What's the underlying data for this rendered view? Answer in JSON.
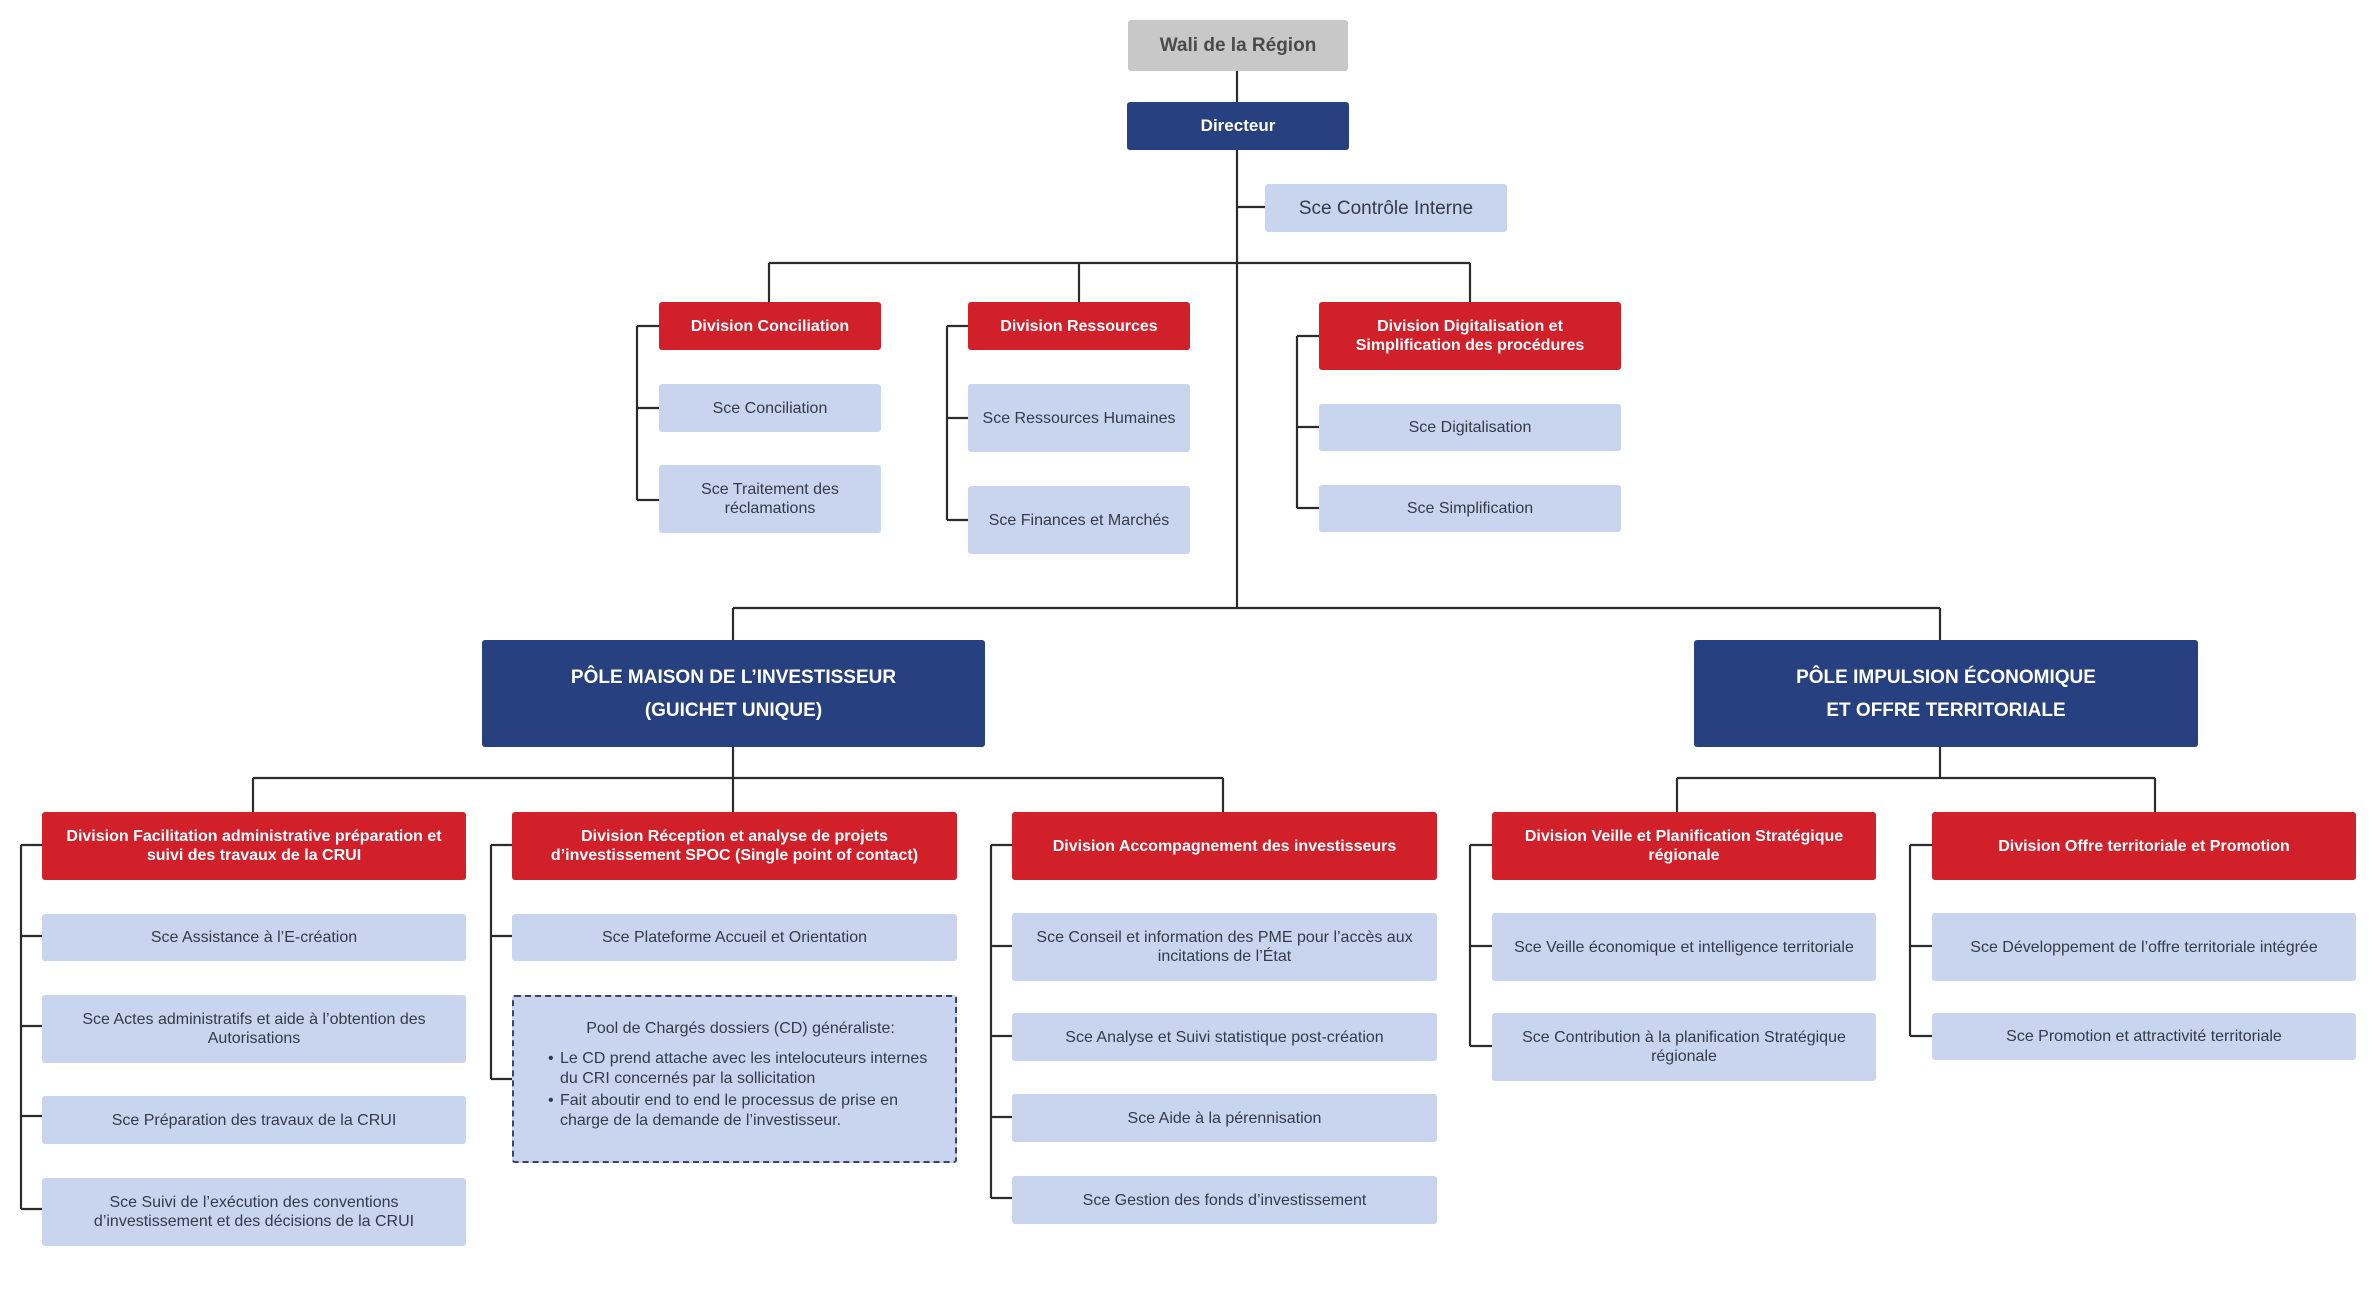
{
  "top": "Wali de la Région",
  "director": "Directeur",
  "controle": "Sce Contrôle Interne",
  "divisions_top": [
    {
      "title": "Division Conciliation",
      "services": [
        "Sce Conciliation",
        "Sce Traitement des réclamations"
      ]
    },
    {
      "title": "Division Ressources",
      "services": [
        "Sce Ressources Humaines",
        "Sce Finances et Marchés"
      ]
    },
    {
      "title": "Division Digitalisation et Simplification des procédures",
      "services": [
        "Sce Digitalisation",
        "Sce Simplification"
      ]
    }
  ],
  "poles": [
    {
      "line1": "PÔLE MAISON DE L’INVESTISSEUR",
      "line2": "(GUICHET UNIQUE)"
    },
    {
      "line1": "PÔLE IMPULSION ÉCONOMIQUE",
      "line2": "ET OFFRE TERRITORIALE"
    }
  ],
  "divisions_bottom": [
    {
      "title": "Division Facilitation administrative préparation et suivi des travaux de la CRUI",
      "services": [
        "Sce Assistance à l’E-création",
        "Sce Actes administratifs et aide à l’obtention des Autorisations",
        "Sce Préparation des travaux de la CRUI",
        "Sce Suivi de l’exécution des conventions d’investissement et des décisions de la CRUI"
      ]
    },
    {
      "title": "Division Réception et analyse de projets d’investissement SPOC (Single point of contact)",
      "services": [
        "Sce Plateforme Accueil et Orientation"
      ],
      "pool": {
        "title": "Pool de Chargés dossiers (CD) généraliste:",
        "bullets": [
          "Le CD prend attache avec les intelocuteurs internes du CRI concernés par la sollicitation",
          "Fait aboutir end to end le processus de prise en charge de la demande de l’investisseur."
        ]
      }
    },
    {
      "title": "Division Accompagnement des investisseurs",
      "services": [
        "Sce Conseil et information des PME pour l’accès aux incitations de l’État",
        "Sce Analyse et Suivi statistique post-création",
        "Sce Aide à la pérennisation",
        "Sce Gestion des fonds d’investissement"
      ]
    },
    {
      "title": "Division Veille et Planification Stratégique régionale",
      "services": [
        "Sce Veille économique et intelligence territoriale",
        "Sce Contribution à la planification Stratégique régionale"
      ]
    },
    {
      "title": "Division Offre territoriale et Promotion",
      "services": [
        "Sce Développement de l’offre territoriale intégrée",
        "Sce Promotion et attractivité territoriale"
      ]
    }
  ]
}
